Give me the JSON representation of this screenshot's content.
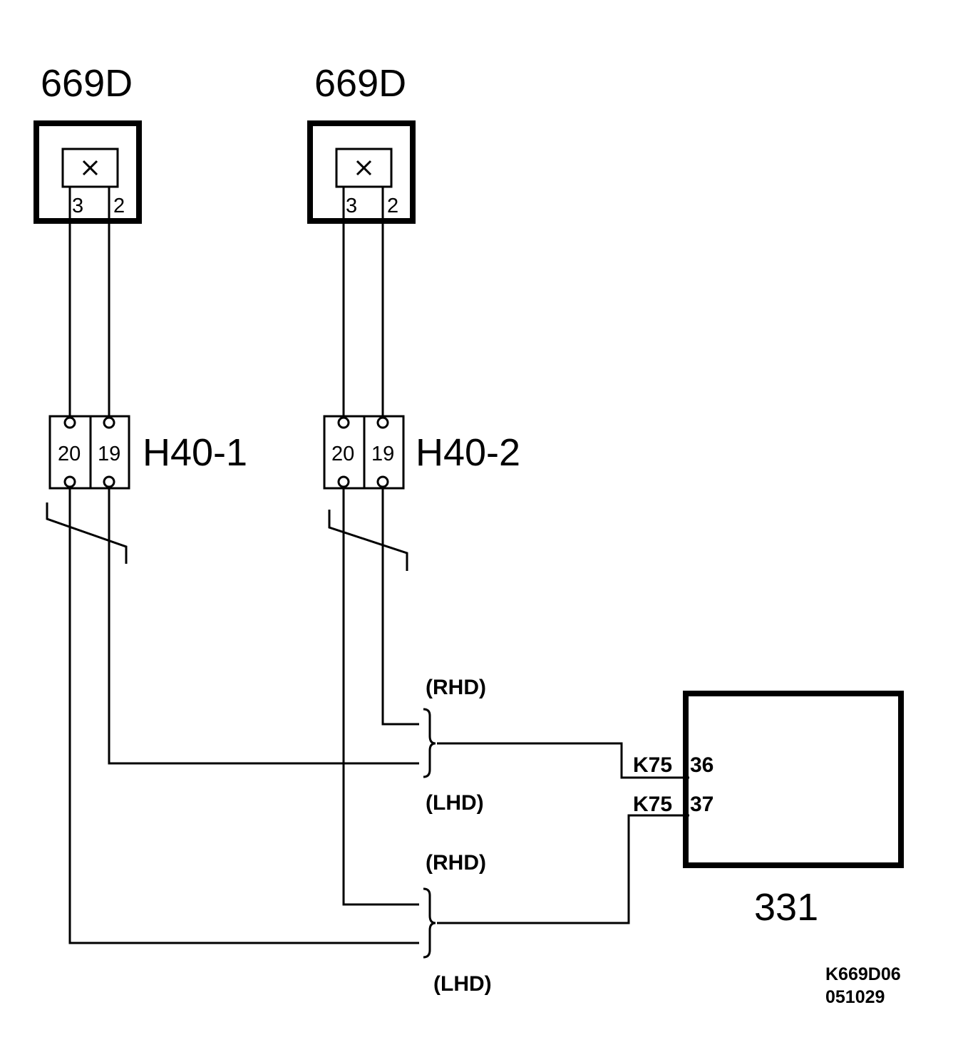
{
  "components": {
    "sensor_left": {
      "id": "669D",
      "pin_a": "3",
      "pin_b": "2"
    },
    "sensor_right": {
      "id": "669D",
      "pin_a": "3",
      "pin_b": "2"
    },
    "connector_left": {
      "id": "H40-1",
      "pin_a": "20",
      "pin_b": "19"
    },
    "connector_right": {
      "id": "H40-2",
      "pin_a": "20",
      "pin_b": "19"
    },
    "module": {
      "id": "331",
      "pin_top": "36",
      "pin_bottom": "37",
      "connector_top": "K75",
      "connector_bottom": "K75"
    }
  },
  "variant_labels": {
    "upper_rhd": "(RHD)",
    "upper_lhd": "(LHD)",
    "lower_rhd": "(RHD)",
    "lower_lhd": "(LHD)"
  },
  "drawing_ref": {
    "code": "K669D06",
    "date": "051029"
  }
}
